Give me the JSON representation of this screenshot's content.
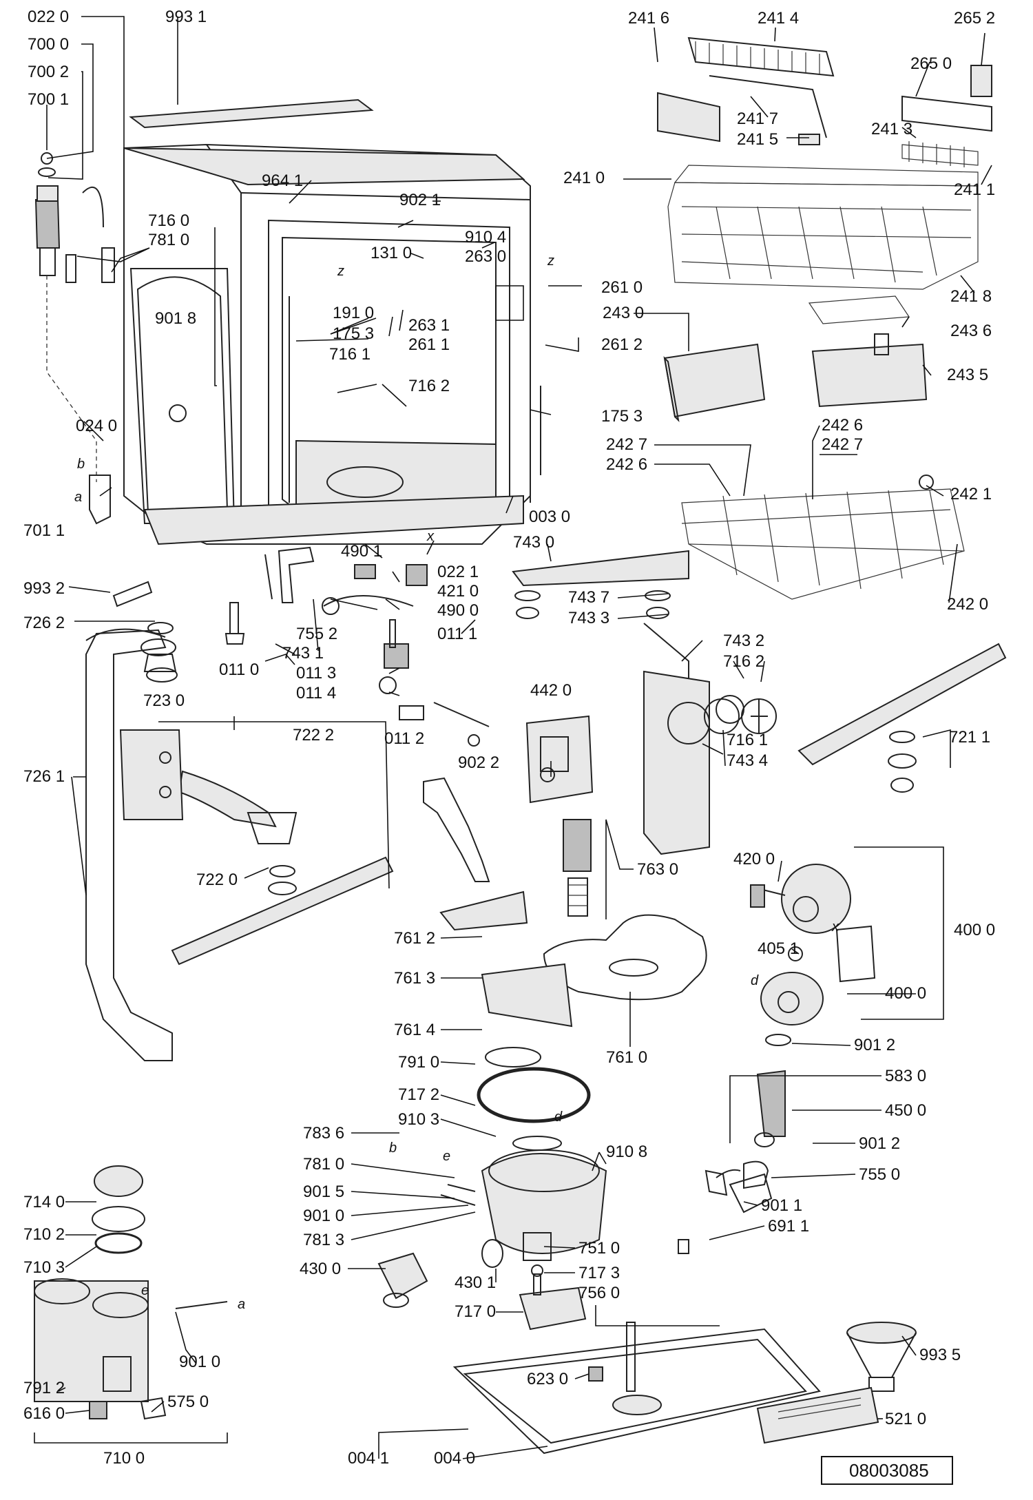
{
  "document_number": "08003085",
  "part_labels": [
    {
      "id": "l1",
      "text": "022 0"
    },
    {
      "id": "l2",
      "text": "993 1"
    },
    {
      "id": "l3",
      "text": "700 0"
    },
    {
      "id": "l4",
      "text": "700 2"
    },
    {
      "id": "l5",
      "text": "700 1"
    },
    {
      "id": "l6",
      "text": "964 1"
    },
    {
      "id": "l7",
      "text": "902 1"
    },
    {
      "id": "l8",
      "text": "716 0"
    },
    {
      "id": "l9",
      "text": "781 0"
    },
    {
      "id": "l10",
      "text": "910 4"
    },
    {
      "id": "l11",
      "text": "131 0"
    },
    {
      "id": "l12",
      "text": "263 0"
    },
    {
      "id": "l13",
      "text": "261 0"
    },
    {
      "id": "l14",
      "text": "901 8"
    },
    {
      "id": "l15",
      "text": "191 0"
    },
    {
      "id": "l16",
      "text": "175 3"
    },
    {
      "id": "l17",
      "text": "263 1"
    },
    {
      "id": "l18",
      "text": "261 1"
    },
    {
      "id": "l19",
      "text": "261 2"
    },
    {
      "id": "l20",
      "text": "716 1"
    },
    {
      "id": "l21",
      "text": "716 2"
    },
    {
      "id": "l22",
      "text": "175 3"
    },
    {
      "id": "l23",
      "text": "024 0"
    },
    {
      "id": "l24",
      "text": "701 1"
    },
    {
      "id": "l25",
      "text": "003 0"
    },
    {
      "id": "l26",
      "text": "022 1"
    },
    {
      "id": "l27",
      "text": "490 1"
    },
    {
      "id": "l28",
      "text": "421 0"
    },
    {
      "id": "l29",
      "text": "490 0"
    },
    {
      "id": "l30",
      "text": "993 2"
    },
    {
      "id": "l31",
      "text": "755 2"
    },
    {
      "id": "l32",
      "text": "743 1"
    },
    {
      "id": "l33",
      "text": "011 1"
    },
    {
      "id": "l34",
      "text": "011 3"
    },
    {
      "id": "l35",
      "text": "726 2"
    },
    {
      "id": "l36",
      "text": "011 0"
    },
    {
      "id": "l37",
      "text": "011 4"
    },
    {
      "id": "l38",
      "text": "723 0"
    },
    {
      "id": "l39",
      "text": "011 2"
    },
    {
      "id": "l40",
      "text": "902 2"
    },
    {
      "id": "l41",
      "text": "722 2"
    },
    {
      "id": "l42",
      "text": "726 1"
    },
    {
      "id": "l43",
      "text": "722 0"
    },
    {
      "id": "l44",
      "text": "241 6"
    },
    {
      "id": "l45",
      "text": "241 4"
    },
    {
      "id": "l46",
      "text": "265 2"
    },
    {
      "id": "l47",
      "text": "265 0"
    },
    {
      "id": "l48",
      "text": "241 7"
    },
    {
      "id": "l49",
      "text": "241 3"
    },
    {
      "id": "l50",
      "text": "241 5"
    },
    {
      "id": "l51",
      "text": "241 0"
    },
    {
      "id": "l52",
      "text": "241 1"
    },
    {
      "id": "l53",
      "text": "241 8"
    },
    {
      "id": "l54",
      "text": "243 0"
    },
    {
      "id": "l55",
      "text": "243 6"
    },
    {
      "id": "l56",
      "text": "243 5"
    },
    {
      "id": "l57",
      "text": "242 6"
    },
    {
      "id": "l58",
      "text": "242 7"
    },
    {
      "id": "l59",
      "text": "242 7"
    },
    {
      "id": "l60",
      "text": "242 6"
    },
    {
      "id": "l61",
      "text": "242 1"
    },
    {
      "id": "l62",
      "text": "242 0"
    },
    {
      "id": "l63",
      "text": "743 0"
    },
    {
      "id": "l64",
      "text": "743 7"
    },
    {
      "id": "l65",
      "text": "743 3"
    },
    {
      "id": "l66",
      "text": "743 2"
    },
    {
      "id": "l67",
      "text": "716 2"
    },
    {
      "id": "l68",
      "text": "442 0"
    },
    {
      "id": "l69",
      "text": "716 1"
    },
    {
      "id": "l70",
      "text": "743 4"
    },
    {
      "id": "l71",
      "text": "721 1"
    },
    {
      "id": "l72",
      "text": "763 0"
    },
    {
      "id": "l73",
      "text": "420 0"
    },
    {
      "id": "l74",
      "text": "400 0"
    },
    {
      "id": "l75",
      "text": "761 2"
    },
    {
      "id": "l76",
      "text": "405 1"
    },
    {
      "id": "l77",
      "text": "400 0"
    },
    {
      "id": "l78",
      "text": "761 3"
    },
    {
      "id": "l79",
      "text": "761 4"
    },
    {
      "id": "l80",
      "text": "761 0"
    },
    {
      "id": "l81",
      "text": "901 2"
    },
    {
      "id": "l82",
      "text": "791 0"
    },
    {
      "id": "l83",
      "text": "583 0"
    },
    {
      "id": "l84",
      "text": "717 2"
    },
    {
      "id": "l85",
      "text": "450 0"
    },
    {
      "id": "l86",
      "text": "910 3"
    },
    {
      "id": "l87",
      "text": "783 6"
    },
    {
      "id": "l88",
      "text": "910 8"
    },
    {
      "id": "l89",
      "text": "901 2"
    },
    {
      "id": "l90",
      "text": "781 0"
    },
    {
      "id": "l91",
      "text": "755 0"
    },
    {
      "id": "l92",
      "text": "714 0"
    },
    {
      "id": "l93",
      "text": "901 5"
    },
    {
      "id": "l94",
      "text": "901 0"
    },
    {
      "id": "l95",
      "text": "901 1"
    },
    {
      "id": "l96",
      "text": "710 2"
    },
    {
      "id": "l97",
      "text": "781 3"
    },
    {
      "id": "l98",
      "text": "751 0"
    },
    {
      "id": "l99",
      "text": "691 1"
    },
    {
      "id": "l100",
      "text": "710 3"
    },
    {
      "id": "l101",
      "text": "430 0"
    },
    {
      "id": "l102",
      "text": "717 3"
    },
    {
      "id": "l103",
      "text": "430 1"
    },
    {
      "id": "l104",
      "text": "756 0"
    },
    {
      "id": "l105",
      "text": "717 0"
    },
    {
      "id": "l106",
      "text": "901 0"
    },
    {
      "id": "l107",
      "text": "993 5"
    },
    {
      "id": "l108",
      "text": "791 2"
    },
    {
      "id": "l109",
      "text": "575 0"
    },
    {
      "id": "l110",
      "text": "623 0"
    },
    {
      "id": "l111",
      "text": "616 0"
    },
    {
      "id": "l112",
      "text": "521 0"
    },
    {
      "id": "l113",
      "text": "710 0"
    },
    {
      "id": "l114",
      "text": "004 1"
    },
    {
      "id": "l115",
      "text": "004 0"
    }
  ],
  "connection_letters": [
    {
      "id": "c1",
      "text": "a"
    },
    {
      "id": "c2",
      "text": "b"
    },
    {
      "id": "c3",
      "text": "z"
    },
    {
      "id": "c4",
      "text": "z"
    },
    {
      "id": "c5",
      "text": "x"
    },
    {
      "id": "c6",
      "text": "d"
    },
    {
      "id": "c7",
      "text": "x"
    },
    {
      "id": "c8",
      "text": "b"
    },
    {
      "id": "c9",
      "text": "e"
    },
    {
      "id": "c10",
      "text": "d"
    },
    {
      "id": "c11",
      "text": "a"
    },
    {
      "id": "c12",
      "text": "e"
    }
  ]
}
